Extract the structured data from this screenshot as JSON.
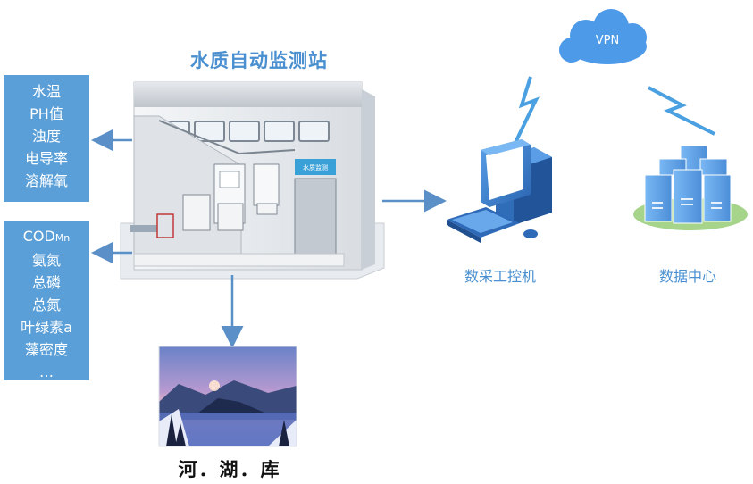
{
  "diagram": {
    "station_title": "水质自动监测站",
    "station_sign": "水质监测",
    "group1": [
      "水温",
      "PH值",
      "浊度",
      "电导率",
      "溶解氧"
    ],
    "group2": {
      "cod_main": "COD",
      "cod_sub": "Mn",
      "items": [
        "氨氮",
        "总磷",
        "总氮",
        "叶绿素a",
        "藻密度",
        "…"
      ]
    },
    "vpn_label": "VPN",
    "computer_label": "数采工控机",
    "datacenter_label": "数据中心",
    "lake_label": "河．湖．库"
  },
  "colors": {
    "accent": "#4a90d0",
    "box_fill": "#5a9fd8",
    "arrow": "#5a8fc8",
    "bolt": "#4aa0e0",
    "server": "#6aaef0"
  }
}
